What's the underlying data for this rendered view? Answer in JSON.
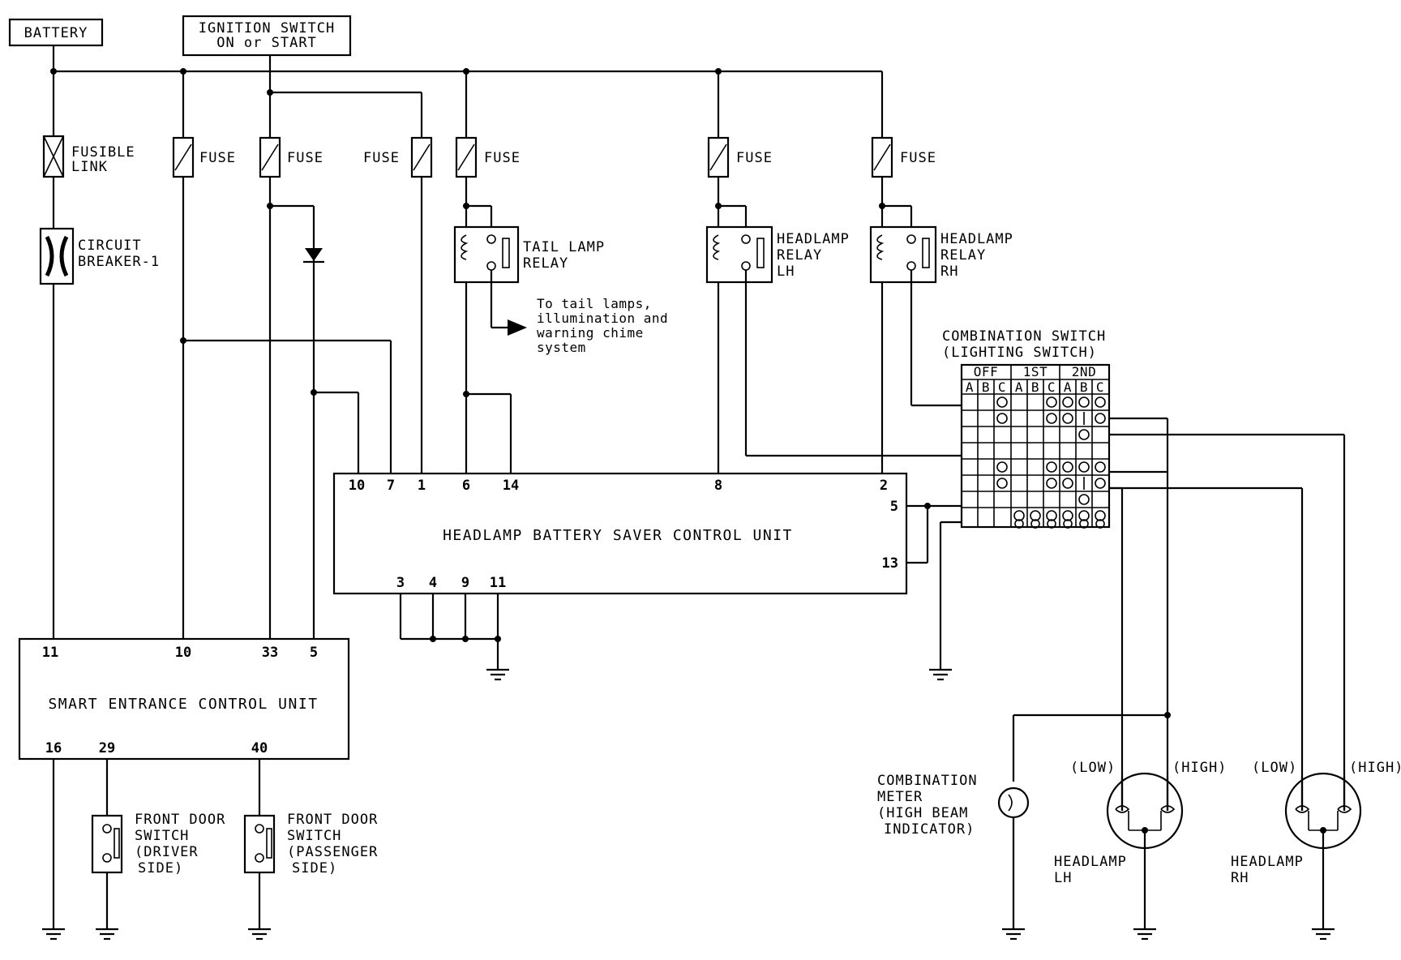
{
  "power": {
    "battery": "BATTERY",
    "ignition_l1": "IGNITION SWITCH",
    "ignition_l2": "ON or START"
  },
  "protection": {
    "fusible_l1": "FUSIBLE",
    "fusible_l2": "LINK",
    "breaker_l1": "CIRCUIT",
    "breaker_l2": "BREAKER-1",
    "fuse": "FUSE"
  },
  "relays": {
    "tail_l1": "TAIL LAMP",
    "tail_l2": "RELAY",
    "head_l1": "HEADLAMP",
    "head_l2": "RELAY",
    "lh": "LH",
    "rh": "RH",
    "note_l1": "To tail lamps,",
    "note_l2": "illumination and",
    "note_l3": "warning chime",
    "note_l4": "system"
  },
  "saver_unit": {
    "name": "HEADLAMP BATTERY SAVER CONTROL UNIT",
    "top_pins": [
      "10",
      "7",
      "1",
      "6",
      "14",
      "8",
      "2"
    ],
    "right_pins": [
      "5",
      "13"
    ],
    "bottom_pins": [
      "3",
      "4",
      "9",
      "11"
    ]
  },
  "smart_unit": {
    "name": "SMART ENTRANCE CONTROL UNIT",
    "top_pins": [
      "11",
      "10",
      "33",
      "5"
    ],
    "bottom_pins": [
      "16",
      "29",
      "40"
    ]
  },
  "door_switches": {
    "front_door_l1": "FRONT DOOR",
    "front_door_l2": "SWITCH",
    "driver_l3": "(DRIVER",
    "driver_l4": "SIDE)",
    "pass_l3": "(PASSENGER",
    "pass_l4": "SIDE)"
  },
  "combination_switch": {
    "title_l1": "COMBINATION SWITCH",
    "title_l2": "(LIGHTING SWITCH)",
    "positions": [
      "OFF",
      "1ST",
      "2ND"
    ],
    "columns": [
      "A",
      "B",
      "C",
      "A",
      "B",
      "C",
      "A",
      "B",
      "C"
    ]
  },
  "meter": {
    "l1": "COMBINATION",
    "l2": "METER",
    "l3": "(HIGH BEAM",
    "l4": "INDICATOR)"
  },
  "headlamps": {
    "low": "(LOW)",
    "high": "(HIGH)",
    "name": "HEADLAMP",
    "lh": "LH",
    "rh": "RH"
  }
}
